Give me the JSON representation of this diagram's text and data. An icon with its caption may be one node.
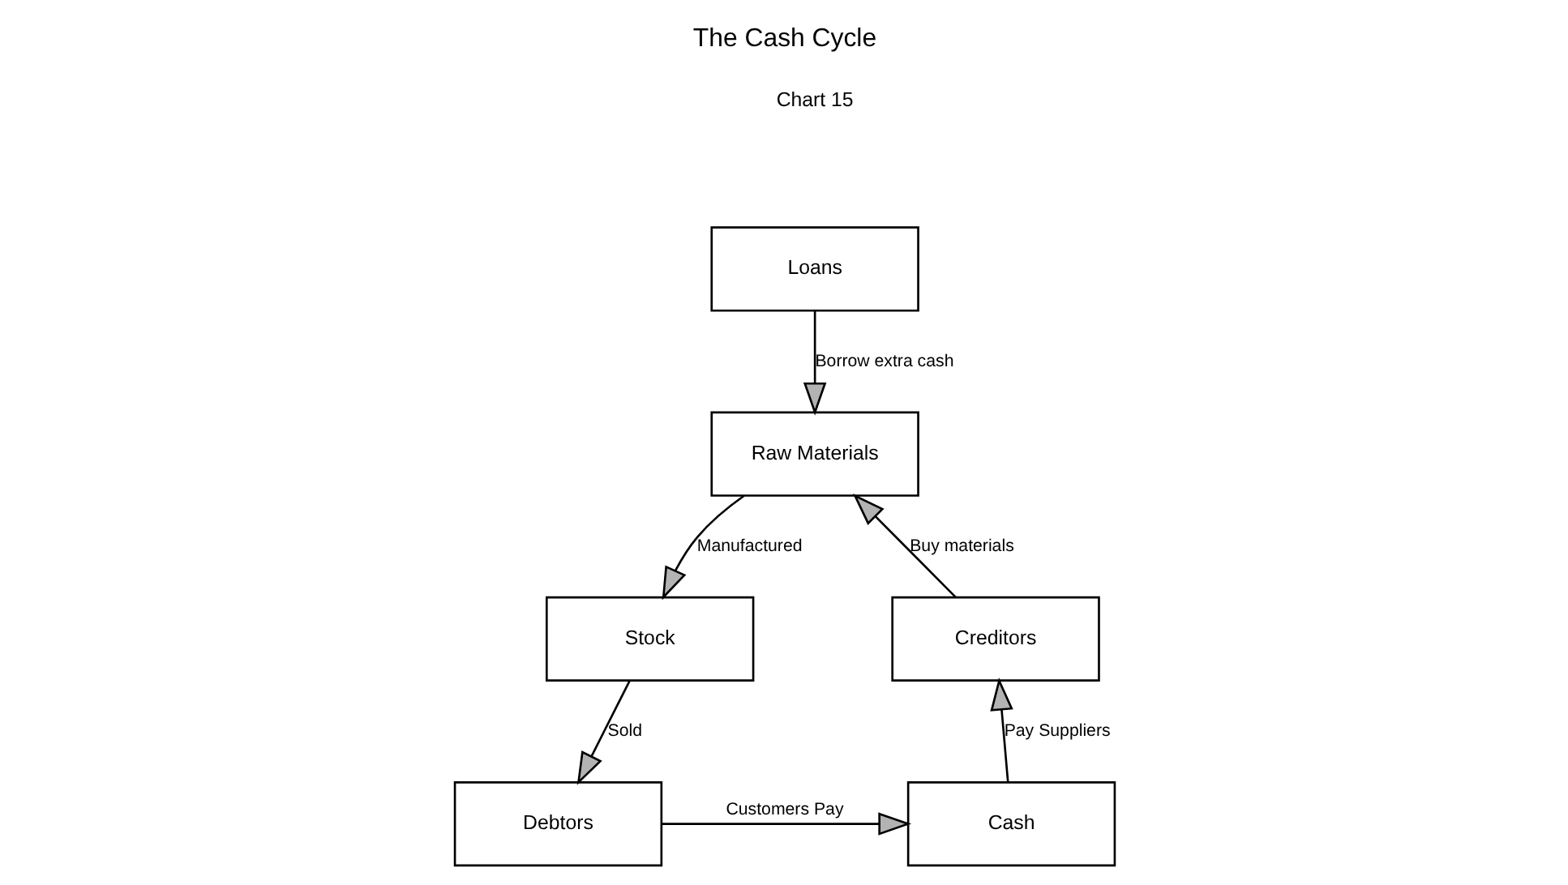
{
  "diagram": {
    "title": "The Cash Cycle",
    "nodes": [
      {
        "text": [
          "Loans"
        ]
      },
      {
        "text": [
          "Raw Materials"
        ]
      },
      {
        "text": [
          "Creditors"
        ]
      },
      {
        "text": [
          "Stock"
        ]
      },
      {
        "text": [
          "Cash"
        ]
      },
      {
        "text": [
          "Debtors"
        ]
      }
    ],
    "edges": [
      {
        "from": 0,
        "to": 1,
        "arrow": "to",
        "label": "Borrow extra cash"
      },
      {
        "from": 2,
        "to": 1,
        "arrow": "to",
        "label": "Buy materials"
      },
      {
        "from": 1,
        "to": 3,
        "arrow": "to",
        "label": "Manufactured"
      },
      {
        "from": 3,
        "to": 5,
        "arrow": "to",
        "label": "Sold"
      },
      {
        "from": 5,
        "to": 4,
        "arrow": "to",
        "label": "Customers Pay"
      },
      {
        "from": 4,
        "to": 2,
        "arrow": "to",
        "label": "Pay Suppliers"
      }
    ],
    "labels": [
      "Chart 15"
    ]
  }
}
